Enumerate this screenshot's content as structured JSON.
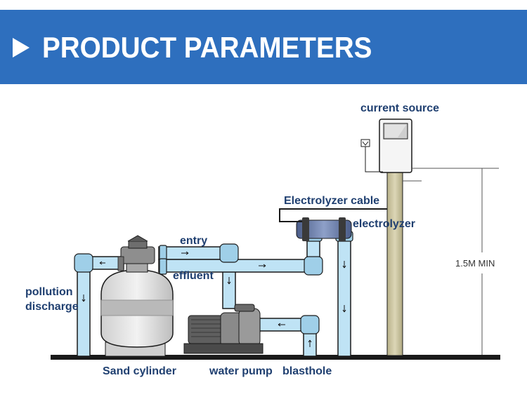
{
  "header": {
    "title": "PRODUCT PARAMETERS"
  },
  "labels": {
    "current_source": "current source",
    "electrolyzer_cable": "Electrolyzer cable",
    "electrolyzer": "electrolyzer",
    "entry": "entry",
    "effluent": "effluent",
    "pollution": "pollution",
    "discharge": "discharge",
    "sand_cylinder": "Sand cylinder",
    "water_pump": "water pump",
    "blasthole": "blasthole",
    "height_min": "1.5M MIN"
  },
  "colors": {
    "banner": "#2e6fbe",
    "pipe_fill": "#bfe3f5",
    "pipe_stroke": "#1a1a1a",
    "label": "#1f3f70",
    "pole": "#cfc9a8"
  },
  "icons": {
    "banner_arrow": "play-triangle-icon"
  }
}
